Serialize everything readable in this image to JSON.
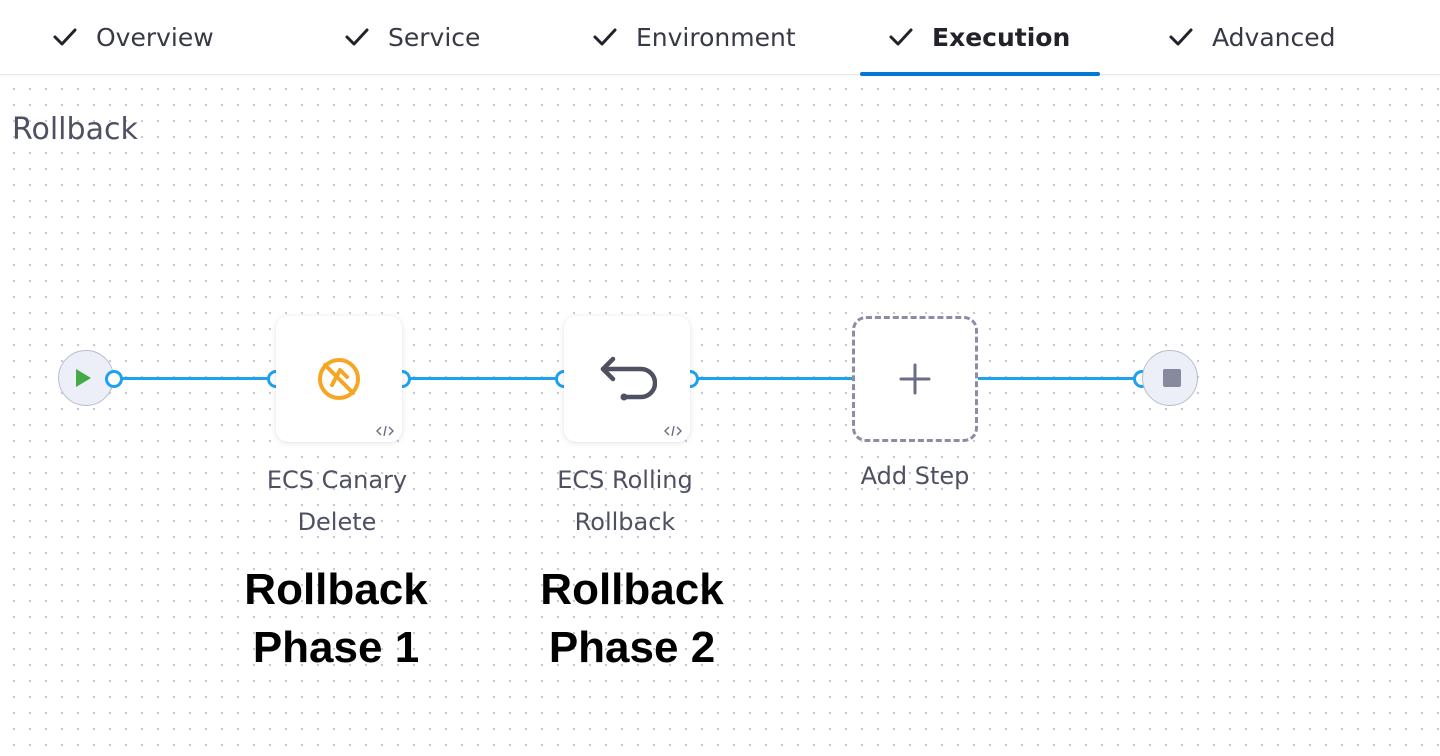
{
  "tabs": [
    {
      "label": "Overview",
      "completed": true,
      "active": false
    },
    {
      "label": "Service",
      "completed": true,
      "active": false
    },
    {
      "label": "Environment",
      "completed": true,
      "active": false
    },
    {
      "label": "Execution",
      "completed": true,
      "active": true
    },
    {
      "label": "Advanced",
      "completed": true,
      "active": false
    }
  ],
  "section": {
    "title": "Rollback"
  },
  "steps": [
    {
      "name": "ECS Canary Delete",
      "line1": "ECS Canary",
      "line2": "Delete",
      "icon": "ecs-canary-delete-icon",
      "icon_color": "#f5a623"
    },
    {
      "name": "ECS Rolling Rollback",
      "line1": "ECS Rolling",
      "line2": "Rollback",
      "icon": "rollback-arrow-icon",
      "icon_color": "#4f5162"
    }
  ],
  "add_step": {
    "label": "Add Step"
  },
  "annotations": [
    {
      "line1": "Rollback",
      "line2": "Phase 1"
    },
    {
      "line1": "Rollback",
      "line2": "Phase 2"
    }
  ],
  "colors": {
    "accent": "#0278d5",
    "edge": "#1ea1ee",
    "start_icon": "#42ab45",
    "stop_icon": "#878a9c",
    "text": "#383946"
  }
}
